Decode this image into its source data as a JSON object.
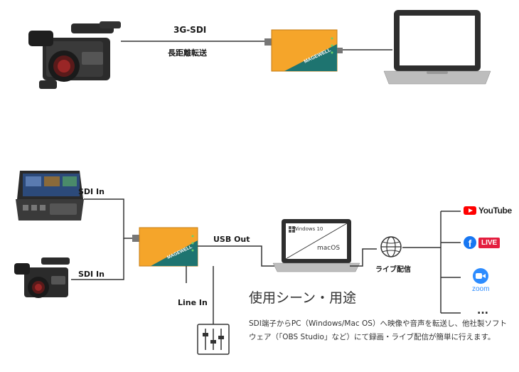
{
  "top_link": {
    "signal": "3G-SDI",
    "note": "長距離転送"
  },
  "inputs": {
    "sdi_in_1": "SDI In",
    "sdi_in_2": "SDI In",
    "line_in": "Line In"
  },
  "usb_out": "USB Out",
  "laptop": {
    "os_windows": "Windows 10",
    "os_mac": "macOS"
  },
  "live_streaming": "ライブ配信",
  "services": {
    "youtube": "YouTube",
    "facebook_badge": "LIVE",
    "facebook_glyph": "f",
    "zoom": "zoom",
    "more": "..."
  },
  "usage": {
    "heading": "使用シーン・用途",
    "description": "SDI端子からPC（Windows/Mac OS）へ映像や音声を転送し、他社製ソフトウェア（「OBS Studio」など）にて録画・ライブ配信が簡単に行えます。"
  },
  "device_brand": "MAGEWELL",
  "colors": {
    "converter": "#f5a52a",
    "converter_dark": "#1e7470",
    "youtube": "#ff0000",
    "facebook": "#1877f2",
    "live": "#e41e3f",
    "zoom": "#2d8cff"
  }
}
